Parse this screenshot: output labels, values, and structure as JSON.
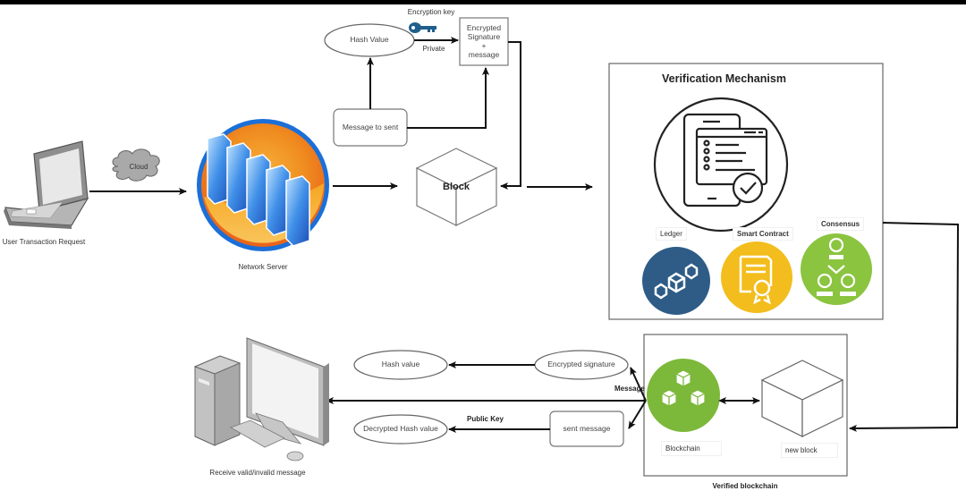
{
  "diagram": {
    "title": "Blockchain message encryption and verification flow",
    "nodes": {
      "user": {
        "label": "User Transaction Request",
        "icon": "laptop-icon"
      },
      "cloud": {
        "label": "Cloud",
        "icon": "cloud-icon"
      },
      "server": {
        "label": "Network Server",
        "icon": "server-rack-icon"
      },
      "hash_value_top": {
        "label": "Hash Value"
      },
      "message_to_sent": {
        "label": "Message to sent"
      },
      "encryption_key": {
        "label": "Encryption key",
        "icon": "key-icon",
        "key_type": "Private"
      },
      "encrypted_signature_box": {
        "label_lines": [
          "Encrypted",
          "Signature",
          "+",
          "message"
        ]
      },
      "block": {
        "label": "Block",
        "icon": "cube-icon"
      },
      "verification": {
        "title": "Verification Mechanism",
        "icon": "tablet-checklist-icon",
        "components": [
          {
            "label": "Ledger",
            "icon": "ledger-chain-icon",
            "color": "#2e5c87"
          },
          {
            "label": "Smart Contract",
            "icon": "certificate-icon",
            "color": "#f2bd1d"
          },
          {
            "label": "Consensus",
            "icon": "consensus-network-icon",
            "color": "#8bc43f"
          }
        ]
      },
      "verified_blockchain": {
        "label": "Verified blockchain",
        "blockchain_label": "Blockchain",
        "blockchain_icon": "stacked-cubes-icon",
        "blockchain_color": "#7cb83a",
        "new_block_label": "new block"
      },
      "encrypted_signature_bottom": {
        "label": "Encrypted signature"
      },
      "hash_value_bottom": {
        "label": "Hash value"
      },
      "sent_message": {
        "label": "sent message"
      },
      "decrypted_hash_value": {
        "label": "Decrypted Hash value"
      },
      "public_key": {
        "label": "Public Key"
      },
      "message_edge": {
        "label": "Message"
      },
      "receiver": {
        "label": "Receive valid/invalid message",
        "icon": "desktop-computer-icon"
      }
    }
  }
}
